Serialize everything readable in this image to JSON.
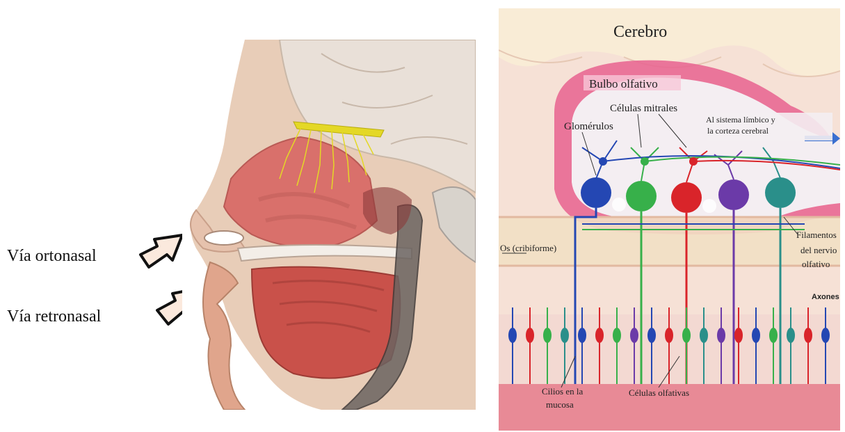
{
  "left_labels": {
    "orthonasal": "Vía ortonasal",
    "retronasal": "Vía retronasal"
  },
  "diagram": {
    "brain": "Cerebro",
    "bulb": "Bulbo olfativo",
    "mitral_cells": "Células mitrales",
    "limbic_line1": "Al sistema límbico y",
    "limbic_line2": "la corteza cerebral",
    "glomeruli": "Glomérulos",
    "bone": "Os (cribiforme)",
    "filaments_line1": "Filamentos",
    "filaments_line2": "del nervio",
    "filaments_line3": "olfativo",
    "axons": "Axones",
    "cilia_line1": "Cilios en la",
    "cilia_line2": "mucosa",
    "olfactory_cells": "Células olfativas"
  },
  "colors": {
    "arrow_fill": "#fbe9dd",
    "bulb_pink": "#e8628f",
    "mucosa": "#e88a96",
    "skin": "#e6c2ad",
    "cavity": "#e07b76",
    "nerve_yellow": "#e4d826",
    "cell_blue": "#2447b3",
    "cell_green": "#37b04a",
    "cell_red": "#d9242a",
    "cell_purple": "#6b3aa8",
    "cell_teal": "#2a8f8a"
  }
}
